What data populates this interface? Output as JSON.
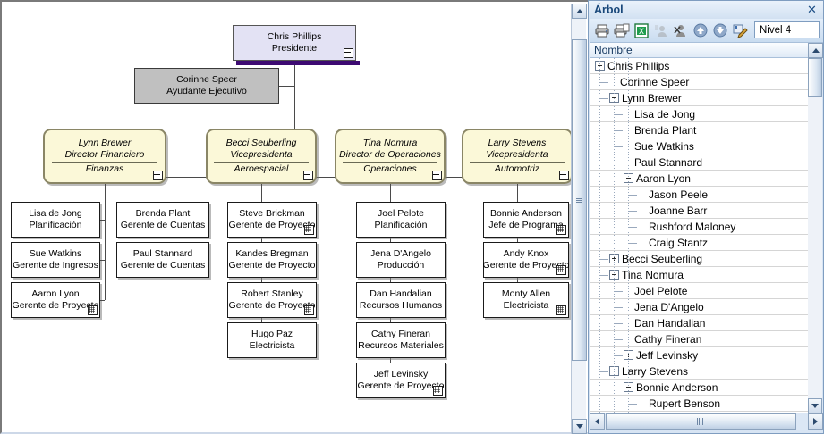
{
  "chart": {
    "root": {
      "name": "Chris  Phillips",
      "title": "Presidente",
      "glyph": "minus"
    },
    "assistant": {
      "name": "Corinne Speer",
      "title": "Ayudante Ejecutivo"
    },
    "vps": [
      {
        "name": "Lynn Brewer",
        "title": "Director Financiero",
        "dept": "Finanzas",
        "glyph": "minus"
      },
      {
        "name": "Becci Seuberling",
        "title": "Vicepresidenta",
        "dept": "Aeroespacial",
        "glyph": "minus"
      },
      {
        "name": "Tina  Nomura",
        "title": "Director de Operaciones",
        "dept": "Operaciones",
        "glyph": "minus"
      },
      {
        "name": "Larry Stevens",
        "title": "Vicepresidenta",
        "dept": "Automotriz",
        "glyph": "minus"
      }
    ],
    "finance_left": [
      {
        "name": "Lisa de Jong",
        "title": "Planificación",
        "glyph": "none"
      },
      {
        "name": "Sue Watkins",
        "title": "Gerente de Ingresos",
        "glyph": "none"
      },
      {
        "name": "Aaron  Lyon",
        "title": "Gerente de Proyecto",
        "glyph": "plus"
      }
    ],
    "finance_right": [
      {
        "name": "Brenda Plant",
        "title": "Gerente de Cuentas",
        "glyph": "none"
      },
      {
        "name": "Paul Stannard",
        "title": "Gerente de Cuentas",
        "glyph": "none"
      }
    ],
    "aero": [
      {
        "name": "Steve  Brickman",
        "title": "Gerente de Proyecto",
        "glyph": "plus"
      },
      {
        "name": "Kandes Bregman",
        "title": "Gerente de Proyecto",
        "glyph": "none"
      },
      {
        "name": "Robert Stanley",
        "title": "Gerente de Proyecto",
        "glyph": "plus"
      },
      {
        "name": "Hugo  Paz",
        "title": "Electricista",
        "glyph": "none"
      }
    ],
    "ops": [
      {
        "name": "Joel Pelote",
        "title": "Planificación",
        "glyph": "none"
      },
      {
        "name": "Jena  D'Angelo",
        "title": "Producción",
        "glyph": "none"
      },
      {
        "name": "Dan  Handalian",
        "title": "Recursos Humanos",
        "glyph": "none"
      },
      {
        "name": "Cathy  Fineran",
        "title": "Recursos Materiales",
        "glyph": "none"
      },
      {
        "name": "Jeff  Levinsky",
        "title": "Gerente de Proyecto",
        "glyph": "plus"
      }
    ],
    "auto": [
      {
        "name": "Bonnie  Anderson",
        "title": "Jefe de Programa",
        "glyph": "plus"
      },
      {
        "name": "Andy Knox",
        "title": "Gerente de Proyecto",
        "glyph": "plus"
      },
      {
        "name": "Monty  Allen",
        "title": "Electricista",
        "glyph": "plus"
      }
    ]
  },
  "tree": {
    "title": "Árbol",
    "close_label": "✕",
    "column_header": "Nombre",
    "level_value": "Nivel 4",
    "toolbar": [
      {
        "name": "print-icon",
        "label": "Imprimir"
      },
      {
        "name": "print-preview-icon",
        "label": "Vista previa"
      },
      {
        "name": "export-excel-icon",
        "label": "Exportar a Excel"
      },
      {
        "name": "add-person-icon",
        "label": "Agregar"
      },
      {
        "name": "remove-person-icon",
        "label": "Quitar"
      },
      {
        "name": "move-up-icon",
        "label": "Subir"
      },
      {
        "name": "move-down-icon",
        "label": "Bajar"
      },
      {
        "name": "edit-icon",
        "label": "Editar"
      }
    ],
    "rows": [
      {
        "label": "Chris  Phillips",
        "depth": 0,
        "toggle": "minus"
      },
      {
        "label": "Corinne  Speer",
        "depth": 1,
        "toggle": "none"
      },
      {
        "label": "Lynn  Brewer",
        "depth": 1,
        "toggle": "minus"
      },
      {
        "label": "Lisa de Jong",
        "depth": 2,
        "toggle": "none"
      },
      {
        "label": "Brenda  Plant",
        "depth": 2,
        "toggle": "none"
      },
      {
        "label": "Sue  Watkins",
        "depth": 2,
        "toggle": "none"
      },
      {
        "label": "Paul  Stannard",
        "depth": 2,
        "toggle": "none"
      },
      {
        "label": "Aaron  Lyon",
        "depth": 2,
        "toggle": "minus"
      },
      {
        "label": "Jason  Peele",
        "depth": 3,
        "toggle": "none"
      },
      {
        "label": "Joanne  Barr",
        "depth": 3,
        "toggle": "none"
      },
      {
        "label": "Rushford  Maloney",
        "depth": 3,
        "toggle": "none"
      },
      {
        "label": "Craig  Stantz",
        "depth": 3,
        "toggle": "none"
      },
      {
        "label": "Becci  Seuberling",
        "depth": 1,
        "toggle": "plus"
      },
      {
        "label": "Tina  Nomura",
        "depth": 1,
        "toggle": "minus"
      },
      {
        "label": "Joel  Pelote",
        "depth": 2,
        "toggle": "none"
      },
      {
        "label": "Jena  D'Angelo",
        "depth": 2,
        "toggle": "none"
      },
      {
        "label": "Dan  Handalian",
        "depth": 2,
        "toggle": "none"
      },
      {
        "label": "Cathy  Fineran",
        "depth": 2,
        "toggle": "none"
      },
      {
        "label": "Jeff  Levinsky",
        "depth": 2,
        "toggle": "plus"
      },
      {
        "label": "Larry  Stevens",
        "depth": 1,
        "toggle": "minus"
      },
      {
        "label": "Bonnie  Anderson",
        "depth": 2,
        "toggle": "minus"
      },
      {
        "label": "Rupert  Benson",
        "depth": 3,
        "toggle": "none"
      }
    ]
  }
}
